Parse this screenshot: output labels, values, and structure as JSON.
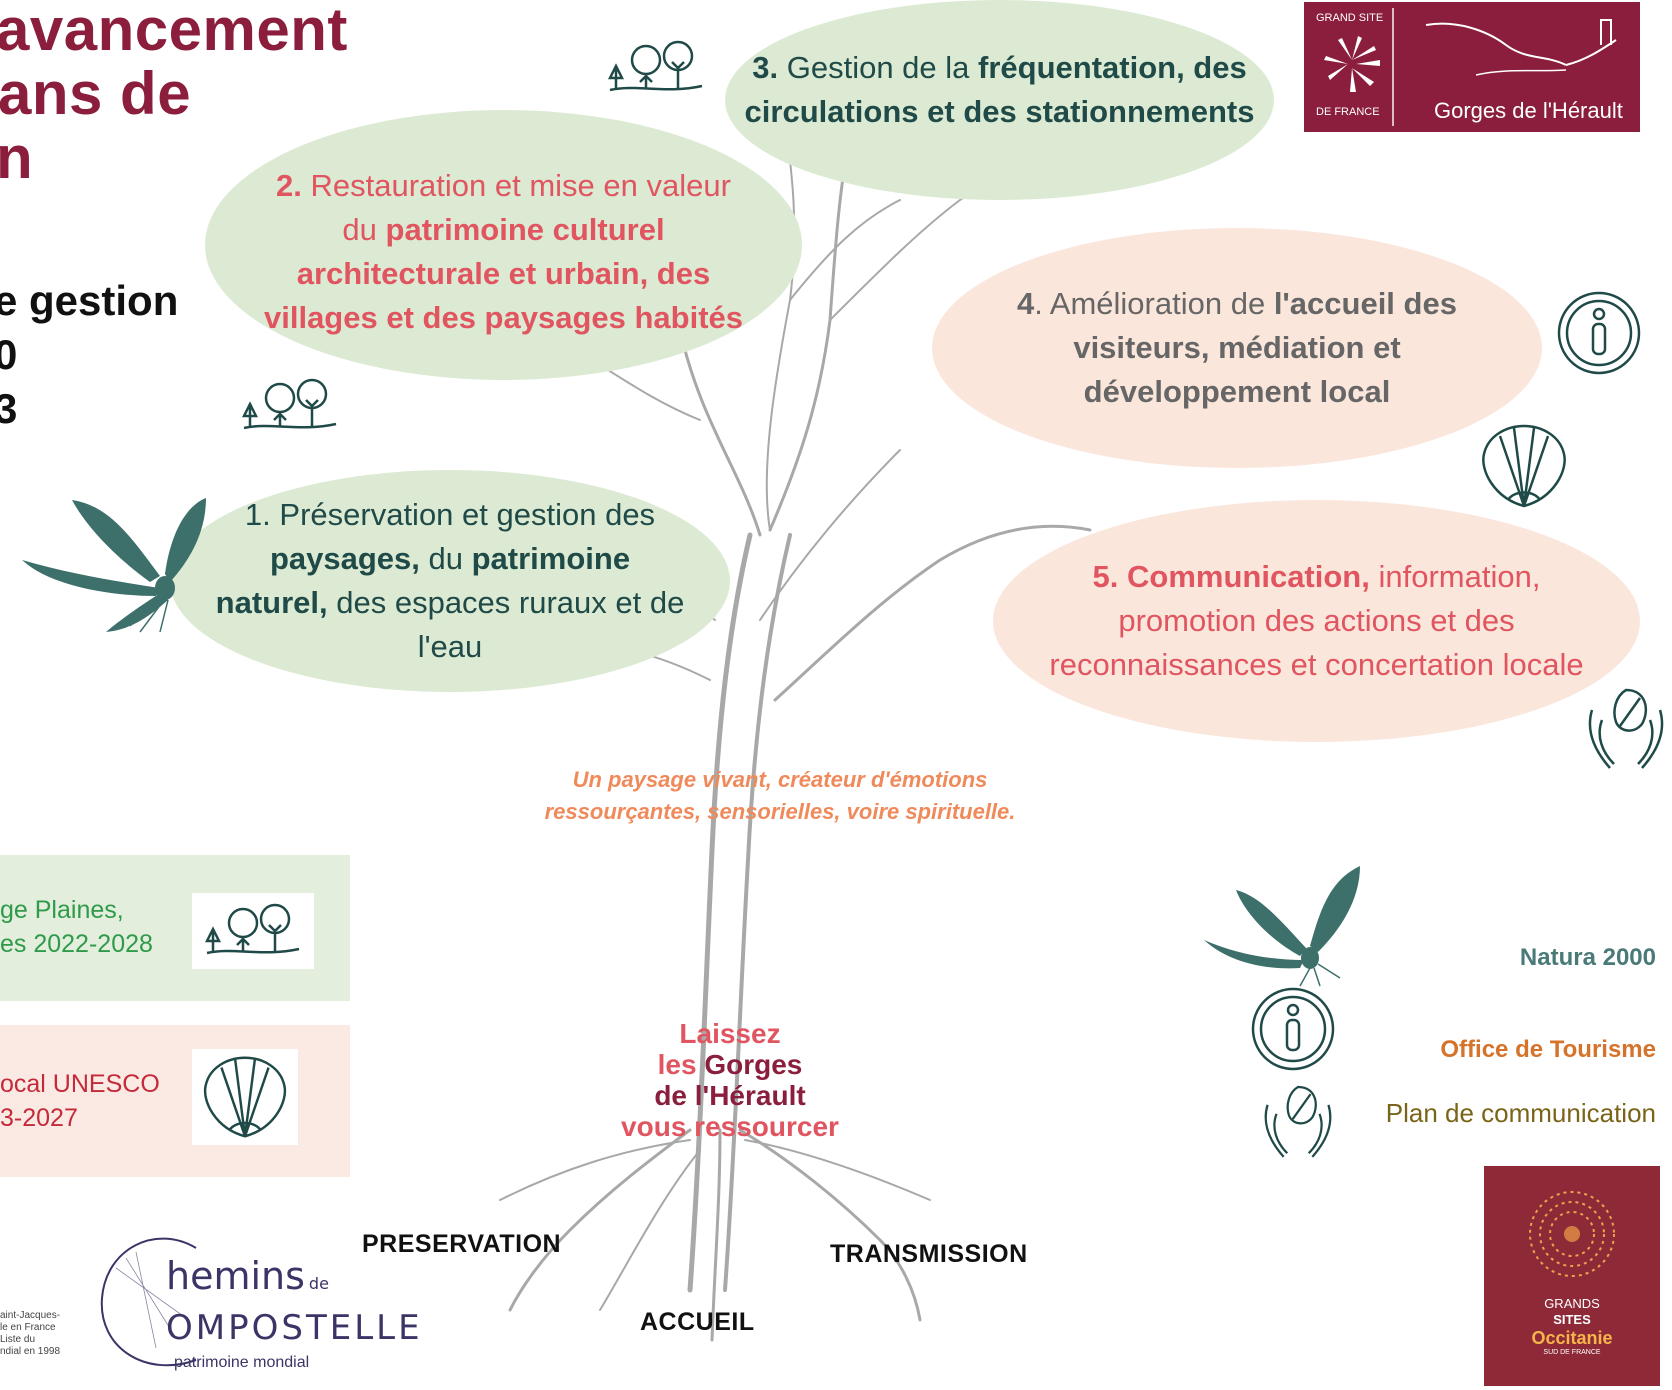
{
  "header": {
    "title_lines": [
      "avancement",
      "ans de",
      "n"
    ],
    "subtitle_lines": [
      "e gestion",
      "0",
      "3"
    ]
  },
  "logo_top": {
    "upper_small": "GRAND SITE",
    "lower_small": "DE FRANCE",
    "name": "Gorges de l'Hérault"
  },
  "axes": {
    "axis1": {
      "num": "1.",
      "t1": " Préservation et gestion des ",
      "b1": "paysages,",
      "t2": " du ",
      "b2": "patrimoine naturel,",
      "t3": " des espaces ruraux et de l'eau"
    },
    "axis2": {
      "num": "2.",
      "t1": " Restauration et mise en valeur du ",
      "b1": "patrimoine culturel architecturale et urbain, des villages et des paysages habités"
    },
    "axis3": {
      "num": "3.",
      "t1": " Gestion de la ",
      "b1": "fréquentation, des circulations et des stationnements"
    },
    "axis4": {
      "num": "4",
      "t1": ". Amélioration de ",
      "b1": "l'accueil des visiteurs, médiation et développement local"
    },
    "axis5": {
      "b1": "5. Communication,",
      "t1": " information, promotion des actions et des reconnaissances et concertation locale"
    }
  },
  "motto": {
    "line1": "Un paysage vivant, créateur d'émotions",
    "line2": "ressourçantes, sensorielles, voire spirituelle."
  },
  "slogan": {
    "w1": "Laissez",
    "w2a": "les",
    "w2b": " Gorges",
    "w3": "de l'Hérault",
    "w4": "vous ressourcer"
  },
  "roots": {
    "preservation": "PRESERVATION",
    "transmission": "TRANSMISSION",
    "accueil": "ACCUEIL"
  },
  "panels": {
    "green": {
      "line1": "ge Plaines,",
      "line2": "es 2022-2028"
    },
    "peach": {
      "line1": "ocal UNESCO",
      "line2": "3-2027"
    }
  },
  "legend": {
    "natura": "Natura 2000",
    "office": "Office de Tourisme",
    "plan": "Plan de communication"
  },
  "logos": {
    "compostelle": {
      "word1": "hemins",
      "word_de": "de",
      "word2": "OMPOSTELLE",
      "tag": "patrimoine mondial",
      "small_lines": [
        "aint-Jacques-",
        "le en France",
        "Liste du",
        "ndial en 1998"
      ]
    },
    "occitanie": {
      "l1": "GRANDS",
      "l2": "SITES",
      "l3": "Occitanie",
      "l4": "SUD DE FRANCE"
    }
  },
  "colors": {
    "title": "#8a1e3c",
    "green_bubble": "#dcead3",
    "peach_bubble": "#fbe6dc",
    "teal": "#1f4a48",
    "rose": "#e05560",
    "motto": "#f08a5a",
    "natura": "#4a7a78",
    "office": "#d5732b",
    "plan": "#7a6418",
    "occitanie_bg": "#8e2a38"
  },
  "icons": [
    "trees-icon",
    "info-icon",
    "shell-icon",
    "hands-leaf-icon",
    "dragonfly-icon"
  ]
}
